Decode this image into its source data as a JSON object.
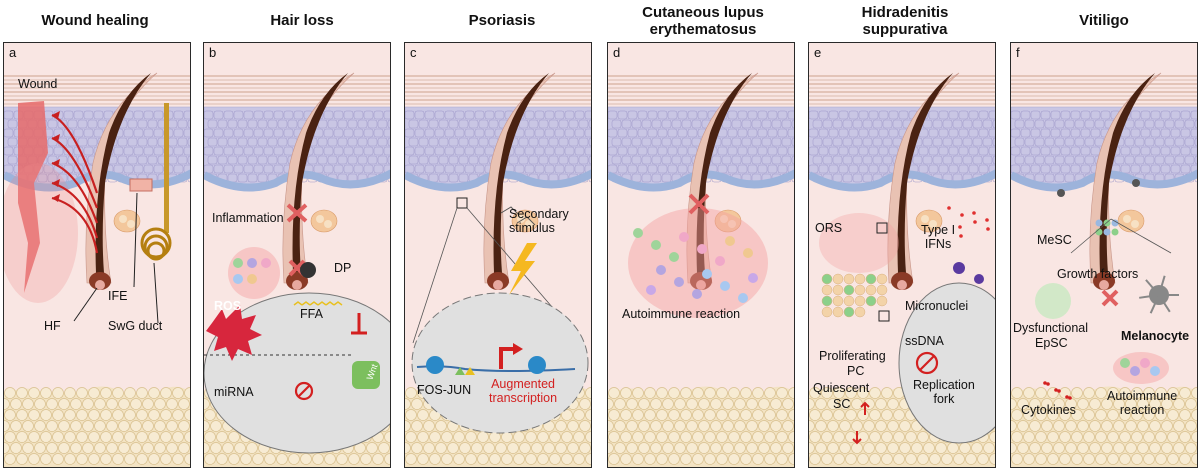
{
  "panels": [
    {
      "letter": "a",
      "title": "Wound healing",
      "labels": {
        "wound": "Wound",
        "hf": "HF",
        "ife": "IFE",
        "swg": "SwG duct"
      }
    },
    {
      "letter": "b",
      "title": "Hair loss",
      "labels": {
        "inflammation": "Inflammation",
        "dp": "DP",
        "ros": "ROS",
        "ffa": "FFA",
        "wnt": "Wnt",
        "mirna": "miRNA"
      }
    },
    {
      "letter": "c",
      "title": "Psoriasis",
      "labels": {
        "secondary": "Secondary\nstimulus",
        "fosjun": "FOS-JUN",
        "augmented": "Augmented\ntranscription"
      }
    },
    {
      "letter": "d",
      "title": "Cutaneous lupus\nerythematosus",
      "labels": {
        "autoimmune": "Autoimmune reaction"
      }
    },
    {
      "letter": "e",
      "title": "Hidradenitis\nsuppurativa",
      "labels": {
        "ors": "ORS",
        "typei": "Type I\nIFNs",
        "micronuclei": "Micronuclei",
        "ssdna": "ssDNA",
        "proliferating": "Proliferating",
        "pc": "PC",
        "quiescent": "Quiescent",
        "sc": "SC",
        "replication": "Replication\nfork"
      }
    },
    {
      "letter": "f",
      "title": "Vitiligo",
      "labels": {
        "mesc": "MeSC",
        "growth": "Growth factors",
        "dysfunctional": "Dysfunctional",
        "epsc": "EpSC",
        "melanocyte": "Melanocyte",
        "cytokines": "Cytokines",
        "autoimmune": "Autoimmune\nreaction"
      }
    }
  ],
  "colors": {
    "epidermis": "#c9c6e4",
    "dermis": "#f9e6e3",
    "fat": "#f3e3c3",
    "hair": "#4a2212",
    "red_label": "#d32020"
  }
}
